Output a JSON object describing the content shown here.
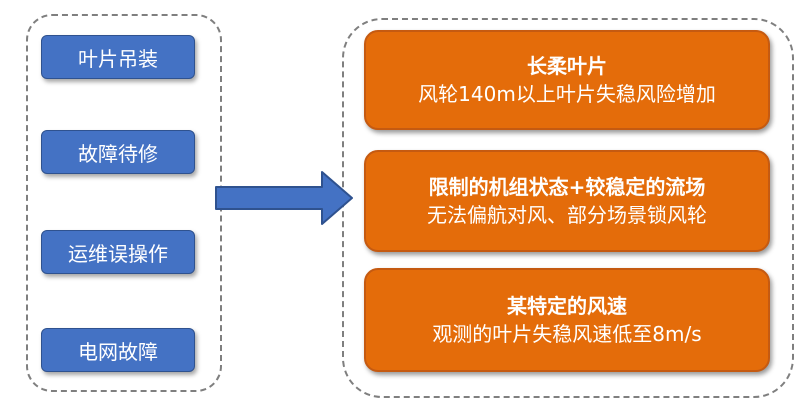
{
  "left_items": [
    {
      "label": "叶片吊装"
    },
    {
      "label": "故障待修"
    },
    {
      "label": "运维误操作"
    },
    {
      "label": "电网故障"
    }
  ],
  "right_items": [
    {
      "title": "长柔叶片",
      "subtitle": "风轮140m以上叶片失稳风险增加"
    },
    {
      "title": "限制的机组状态+较稳定的流场",
      "subtitle": "无法偏航对风、部分场景锁风轮"
    },
    {
      "title": "某特定的风速",
      "subtitle": "观测的叶片失稳风速低至8m/s"
    }
  ],
  "colors": {
    "left_box": "#4472c4",
    "right_box": "#e46c0a",
    "arrow": "#4472c4",
    "frame": "#7f7f7f"
  }
}
